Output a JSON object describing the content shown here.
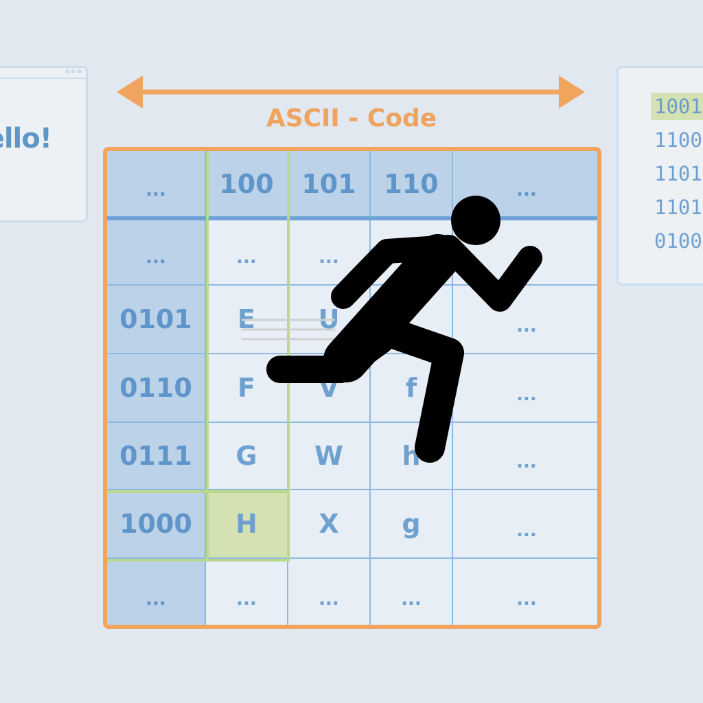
{
  "left_panel": {
    "greeting": "ello!"
  },
  "title": "ASCII - Code",
  "table": {
    "columns": [
      "...",
      "100",
      "101",
      "110",
      "..."
    ],
    "rows": [
      {
        "label": "...",
        "cells": [
          "...",
          "...",
          "...",
          "..."
        ]
      },
      {
        "label": "0101",
        "cells": [
          "E",
          "U",
          "",
          "..."
        ]
      },
      {
        "label": "0110",
        "cells": [
          "F",
          "V",
          "f",
          "..."
        ]
      },
      {
        "label": "0111",
        "cells": [
          "G",
          "W",
          "h",
          "..."
        ]
      },
      {
        "label": "1000",
        "cells": [
          "H",
          "X",
          "g",
          "..."
        ]
      },
      {
        "label": "...",
        "cells": [
          "...",
          "...",
          "...",
          "..."
        ]
      }
    ],
    "highlighted_cell": "H"
  },
  "right_panel": {
    "binary_lines": [
      "1001",
      "1100",
      "1101",
      "1101",
      "0100"
    ],
    "highlighted_index": 0
  },
  "colors": {
    "accent_orange": "#f0a45d",
    "table_blue": "#6fa1d0",
    "header_blue": "#bcd2e8",
    "highlight_green": "#d4e2b3",
    "green_line": "#b9d88e"
  },
  "icons": [
    "double-arrow-icon",
    "running-person-icon"
  ]
}
